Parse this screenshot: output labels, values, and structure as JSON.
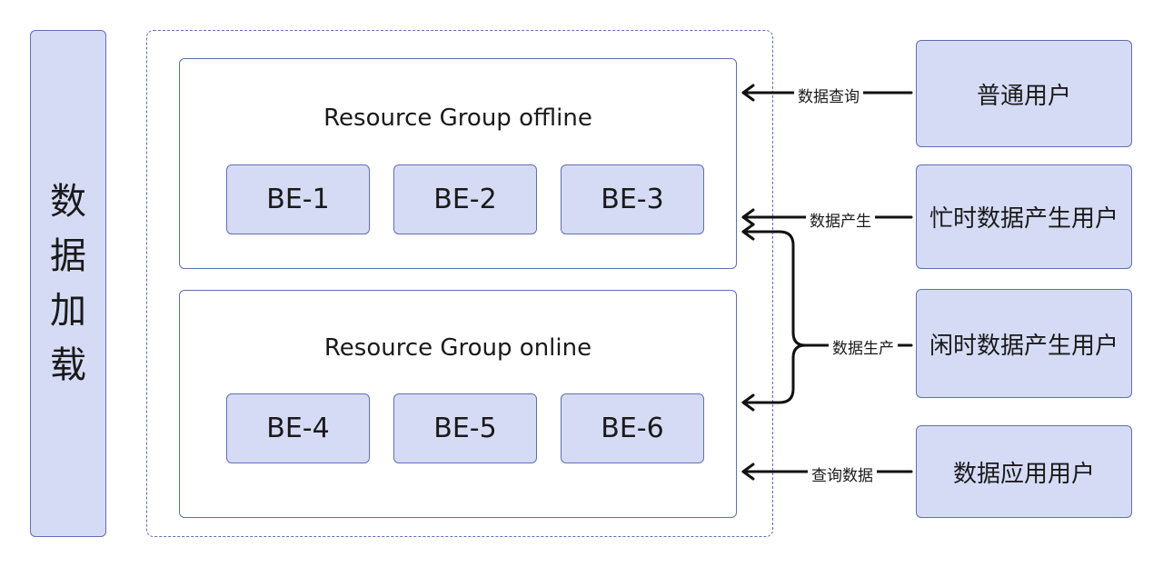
{
  "left_bar": {
    "chars": [
      "数",
      "据",
      "加",
      "载"
    ]
  },
  "groups": [
    {
      "title": "Resource Group offline",
      "nodes": [
        "BE-1",
        "BE-2",
        "BE-3"
      ]
    },
    {
      "title": "Resource Group online",
      "nodes": [
        "BE-4",
        "BE-5",
        "BE-6"
      ]
    }
  ],
  "users": [
    {
      "label": "普通用户",
      "edge": "数据查询"
    },
    {
      "label": "忙时数据产生用户",
      "edge": "数据产生"
    },
    {
      "label": "闲时数据产生用户",
      "edge": "数据生产"
    },
    {
      "label": "数据应用用户",
      "edge": "查询数据"
    }
  ],
  "colors": {
    "fill": "#d6dbf5",
    "stroke": "#5f6fb3",
    "arrow": "#111111"
  }
}
